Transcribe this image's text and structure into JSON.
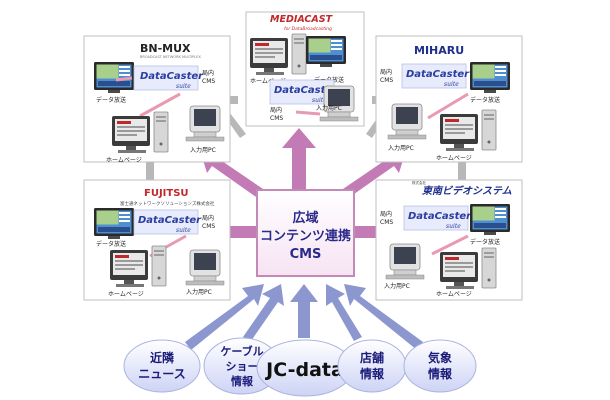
{
  "colors": {
    "hub_fill": "#fbeefa",
    "hub_border": "#c38ab8",
    "panel_border": "#bfbfbf",
    "arrow_pink": "#c37bb6",
    "arrow_blue": "#8c97cf",
    "arrow_gray": "#b8b8b8",
    "dc_box": "#e7ebfb",
    "source_fill": "#dfe3fb",
    "label_blue": "#2a3da0"
  },
  "hub": {
    "line1": "広域",
    "line2": "コンテンツ連携",
    "line3": "CMS"
  },
  "labels": {
    "datacaster": "DataCaster",
    "suite": "suite",
    "local_cms_1": "局内",
    "local_cms_2": "CMS",
    "data_broadcast": "データ放送",
    "homepage": "ホームページ",
    "input_pc": "入力用PC"
  },
  "panels": {
    "tl": {
      "logo": "BN-MUX",
      "tagline": "BROADCAST NETWORK MULTIPLEX"
    },
    "tc": {
      "logo": "MEDIACAST",
      "tagline": "for DataBroadcasting"
    },
    "tr": {
      "logo": "MIHARU"
    },
    "ml": {
      "logo": "FUJITSU",
      "subtitle": "富士通ネットワークソリューションズ株式会社"
    },
    "mr": {
      "logo": "東南ビデオシステム",
      "prefix": "株式会社"
    }
  },
  "sources": [
    {
      "line1": "近隣",
      "line2": "ニュース"
    },
    {
      "line1": "ケーブル",
      "line2": "ショー",
      "line3": "情報"
    },
    {
      "line1": "JC-data"
    },
    {
      "line1": "店舗",
      "line2": "情報"
    },
    {
      "line1": "気象",
      "line2": "情報"
    }
  ]
}
